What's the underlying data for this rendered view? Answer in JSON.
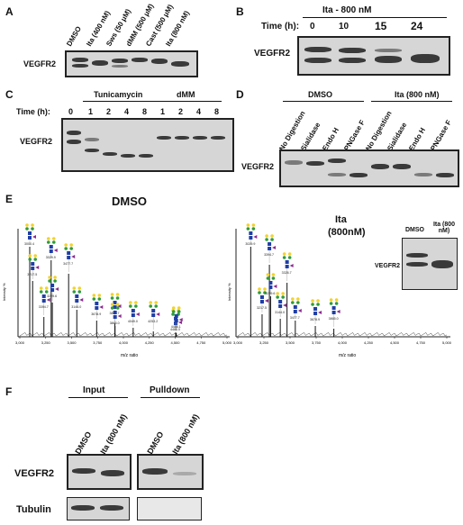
{
  "panels": {
    "A": {
      "letter": "A",
      "lanes": [
        "DMSO",
        "Ita (400 nM)",
        "Sws (50 μM)",
        "dMM (500 μM)",
        "Cast (500 μM)",
        "Ita (800 nM)"
      ],
      "row_label": "VEGFR2"
    },
    "B": {
      "letter": "B",
      "header": "Ita - 800 nM",
      "time_label": "Time (h):",
      "times": [
        "0",
        "10",
        "15",
        "24"
      ],
      "row_label": "VEGFR2"
    },
    "C": {
      "letter": "C",
      "group1": "Tunicamycin",
      "group2": "dMM",
      "time_label": "Time (h):",
      "times": [
        "0",
        "1",
        "2",
        "4",
        "8",
        "1",
        "2",
        "4",
        "8"
      ],
      "row_label": "VEGFR2"
    },
    "D": {
      "letter": "D",
      "group1": "DMSO",
      "group2": "Ita (800 nM)",
      "lanes": [
        "No Digestion",
        "Sialidase",
        "Endo H",
        "PNGase F",
        "No Digestion",
        "Sialidase",
        "Endo H",
        "PNGase F"
      ],
      "row_label": "VEGFR2"
    },
    "E": {
      "letter": "E",
      "left_title": "DMSO",
      "right_title_line1": "Ita",
      "right_title_line2": "(800nM)",
      "y_axis_label": "Intensity %",
      "x_axis_label": "m/z ratio",
      "left_peaks": [
        "3000.4",
        "3217.5",
        "3394.7",
        "3029.9",
        "3229.6",
        "3477.7",
        "3144.0",
        "3678.9",
        "3863.7",
        "3865.0",
        "4049.0",
        "4253.2",
        "4480.0",
        "4486.1"
      ],
      "right_peaks": [
        "3029.9",
        "3217.5",
        "3394.7",
        "3229.6",
        "3144.0",
        "3326.7",
        "3477.7",
        "3678.9",
        "3865.0"
      ],
      "left_x_ticks": [
        "3,000",
        "3,250",
        "3,500",
        "3,750",
        "4,000",
        "4,250",
        "4,500",
        "4,750",
        "5,000"
      ],
      "right_x_ticks": [
        "3,000",
        "3,250",
        "3,500",
        "3,750",
        "4,000",
        "4,250",
        "4,500",
        "4,750",
        "5,000"
      ],
      "inset_lanes": [
        "DMSO",
        "Ita (800 nM)"
      ],
      "inset_row_label": "VEGFR2"
    },
    "F": {
      "letter": "F",
      "group1": "Input",
      "group2": "Pulldown",
      "lanes": [
        "DMSO",
        "Ita (800 nM)",
        "DMSO",
        "Ita (800 nM)"
      ],
      "row1_label": "VEGFR2",
      "row2_label": "Tubulin"
    }
  },
  "chart_data": [
    {
      "type": "line",
      "title": "DMSO",
      "xlabel": "m/z ratio",
      "ylabel": "Intensity %",
      "xlim": [
        2900,
        5000
      ],
      "ylim": [
        0,
        100
      ],
      "series": [
        {
          "x": [
            3000.4,
            3029.9,
            3144.0,
            3217.5,
            3229.6,
            3394.7,
            3477.7,
            3678.9,
            3863.7,
            3865.0,
            4049.0,
            4253.2,
            4480.0,
            4486.1
          ],
          "values": [
            100,
            62,
            22,
            85,
            38,
            70,
            30,
            18,
            15,
            12,
            10,
            6,
            5,
            4
          ]
        }
      ]
    },
    {
      "type": "line",
      "title": "Ita (800nM)",
      "xlabel": "m/z ratio",
      "ylabel": "Intensity %",
      "xlim": [
        2900,
        5000
      ],
      "ylim": [
        0,
        100
      ],
      "series": [
        {
          "x": [
            3029.9,
            3144.0,
            3217.5,
            3229.6,
            3326.7,
            3394.7,
            3477.7,
            3678.9,
            3865.0
          ],
          "values": [
            100,
            25,
            80,
            45,
            20,
            60,
            18,
            12,
            9
          ]
        }
      ]
    }
  ]
}
